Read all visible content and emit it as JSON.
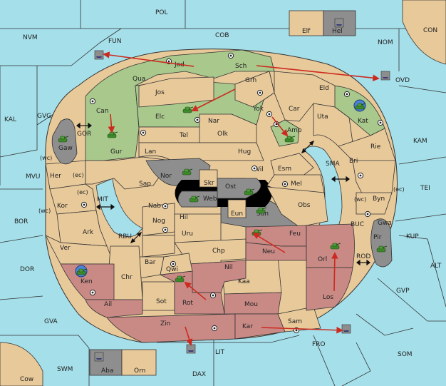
{
  "colors": {
    "sea": "#a5dfea",
    "land_neutral": "#e8c99a",
    "land_green": "#a9c88c",
    "land_pink": "#c98a86",
    "land_gray": "#8e8e8e",
    "supply_center": "#ffffff",
    "arrow": "#cc2a1f",
    "army": "#3e8a2b"
  },
  "sea_labels": {
    "pol": "POL",
    "fun": "FUN",
    "nvm": "NVM",
    "cob": "COB",
    "nom": "NOM",
    "con": "CON",
    "ovd": "OVD",
    "kal": "KAL",
    "gvg": "GVG",
    "gor": "GOR",
    "kam": "KAM",
    "mvu": "MVU",
    "sma": "SMA",
    "tei": "TEI",
    "mit": "MIT",
    "bor": "BOR",
    "rbu": "RBU",
    "buc": "BUC",
    "kup": "KUP",
    "rod": "ROD",
    "dor": "DOR",
    "alt": "ALT",
    "gvp": "GVP",
    "gva": "GVA",
    "fro": "FRO",
    "lit": "LIT",
    "som": "SOM",
    "swm": "SWM",
    "dax": "DAX",
    "cow": "Cow"
  },
  "coast_labels": {
    "wc1": "(wc)",
    "ec1": "(ec)",
    "ec2": "(ec)",
    "wc2": "(wc)",
    "wc3": "(wc)",
    "ec3": "(ec)"
  },
  "province_labels": {
    "jad": "Jad",
    "sch": "Sch",
    "qua": "Qua",
    "jos": "Jos",
    "grh": "Grh",
    "eld": "Eld",
    "can": "Can",
    "elc": "Elc",
    "nar": "Nar",
    "yok": "Yok",
    "car": "Car",
    "uta": "Uta",
    "kat": "Kat",
    "gaw": "Gaw",
    "gur": "Gur",
    "tel": "Tel",
    "olk": "Olk",
    "amp": "Amp",
    "lan": "Lan",
    "hug": "Hug",
    "rie": "Rie",
    "her": "Her",
    "nor": "Nor",
    "wil": "Wil",
    "esm": "Esm",
    "bri": "Bri",
    "sap": "Sap",
    "skr": "Skr",
    "ost": "Ost",
    "mel": "Mel",
    "kor": "Kor",
    "web": "Web",
    "byn": "Byn",
    "nab": "Nab",
    "eun": "Eun",
    "obs": "Obs",
    "hil": "Hil",
    "sun": "Sun",
    "gwa": "Gwa",
    "ark": "Ark",
    "nog": "Nog",
    "pir": "Pir",
    "uru": "Uru",
    "feu": "Feu",
    "ver": "Ver",
    "chp": "Chp",
    "neu": "Neu",
    "orl": "Orl",
    "bar": "Bar",
    "qwi": "Qwi",
    "nil": "Nil",
    "ken": "Ken",
    "chr": "Chr",
    "kaa": "Kaa",
    "sot": "Sot",
    "rot": "Rot",
    "los": "Los",
    "ail": "Ail",
    "mou": "Mou",
    "zin": "Zin",
    "kar": "Kar",
    "sam": "Sam"
  },
  "box_labels": {
    "elf": "Elf",
    "hel": "Hel",
    "aba": "Aba",
    "orn": "Orn"
  }
}
